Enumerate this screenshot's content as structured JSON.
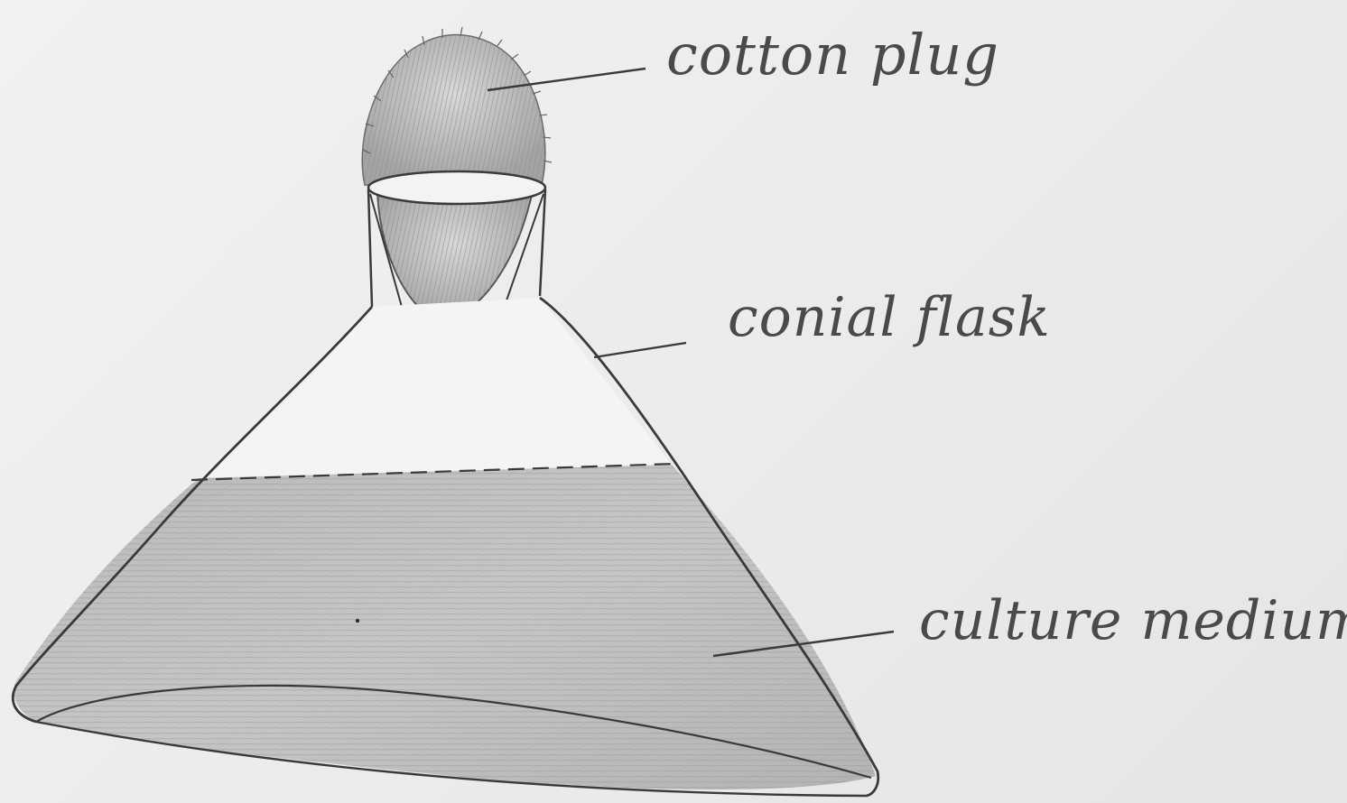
{
  "labels": {
    "cotton_plug": "cotton plug",
    "conical_flask": "conial flask",
    "culture_medium": "culture medium"
  },
  "colors": {
    "paper": "#eeeeec",
    "pencil_line": "#3a3a3c",
    "shading": "#a9a9ab",
    "label_ink": "#4a4a4c"
  }
}
